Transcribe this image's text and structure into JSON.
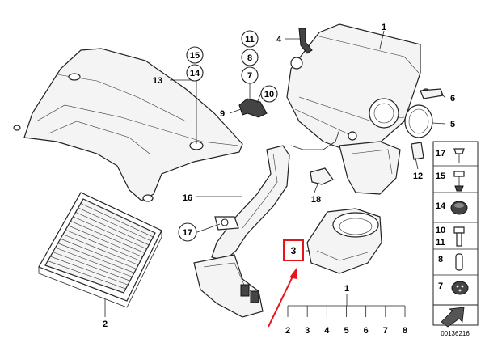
{
  "callouts": {
    "c1": "1",
    "c2": "2",
    "c3": "3",
    "c4": "4",
    "c5": "5",
    "c6": "6",
    "c7": "7",
    "c8": "8",
    "c9": "9",
    "c10": "10",
    "c11": "11",
    "c12": "12",
    "c13": "13",
    "c14": "14",
    "c15": "15",
    "c16": "16",
    "c17": "17",
    "c18": "18"
  },
  "stacked_callouts": {
    "s15": "15",
    "s14": "14",
    "s11": "11",
    "s8": "8",
    "s7": "7",
    "s10": "10",
    "s17": "17"
  },
  "breakdown": {
    "root": "1",
    "items": [
      "2",
      "3",
      "4",
      "5",
      "6",
      "7",
      "8"
    ]
  },
  "side_panel": {
    "items": [
      "17",
      "15",
      "14",
      "10",
      "11",
      "8",
      "7"
    ]
  },
  "highlight": {
    "label": "3",
    "box_color": "#e8141c",
    "arrow_color": "#e8141c"
  },
  "reference_number": "00136216"
}
